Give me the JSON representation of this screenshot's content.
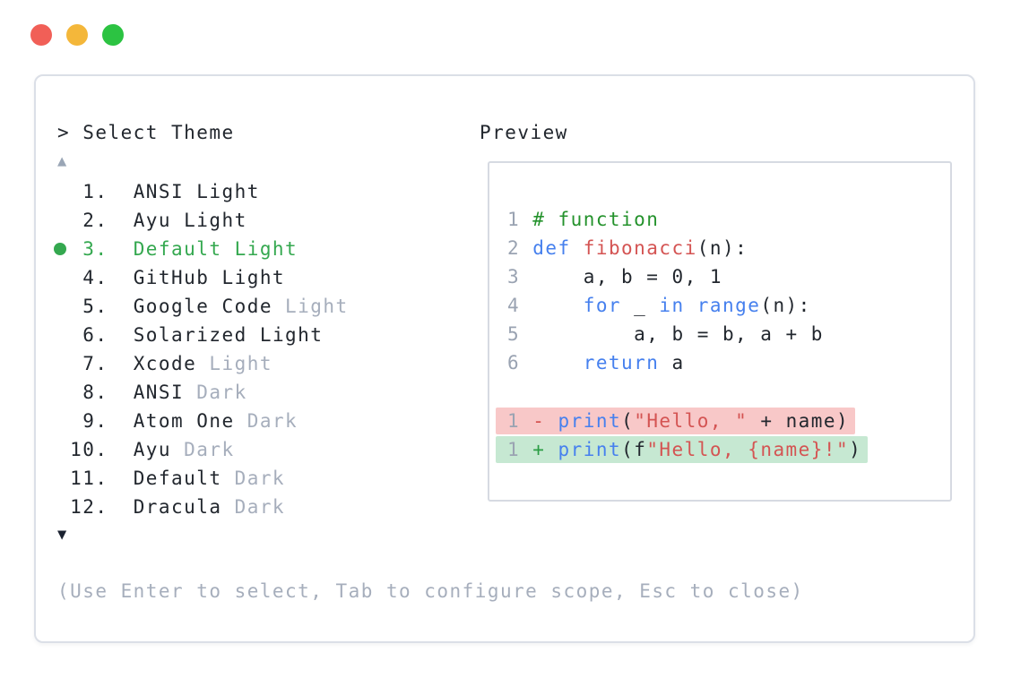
{
  "window": {
    "controls": [
      {
        "name": "close",
        "color": "#f15f57"
      },
      {
        "name": "minimize",
        "color": "#f4b73a"
      },
      {
        "name": "zoom",
        "color": "#2cc342"
      }
    ]
  },
  "prompt": {
    "text": "> Select Theme"
  },
  "scroll_up_icon": "▲",
  "scroll_down_icon": "▼",
  "themes": [
    {
      "number": "1",
      "name": "ANSI",
      "variant": "Light",
      "variant_muted": false,
      "selected": false
    },
    {
      "number": "2",
      "name": "Ayu",
      "variant": "Light",
      "variant_muted": false,
      "selected": false
    },
    {
      "number": "3",
      "name": "Default",
      "variant": "Light",
      "variant_muted": false,
      "selected": true
    },
    {
      "number": "4",
      "name": "GitHub",
      "variant": "Light",
      "variant_muted": false,
      "selected": false
    },
    {
      "number": "5",
      "name": "Google Code",
      "variant": "Light",
      "variant_muted": true,
      "selected": false
    },
    {
      "number": "6",
      "name": "Solarized",
      "variant": "Light",
      "variant_muted": false,
      "selected": false
    },
    {
      "number": "7",
      "name": "Xcode",
      "variant": "Light",
      "variant_muted": true,
      "selected": false
    },
    {
      "number": "8",
      "name": "ANSI",
      "variant": "Dark",
      "variant_muted": true,
      "selected": false
    },
    {
      "number": "9",
      "name": "Atom One",
      "variant": "Dark",
      "variant_muted": true,
      "selected": false
    },
    {
      "number": "10",
      "name": "Ayu",
      "variant": "Dark",
      "variant_muted": true,
      "selected": false
    },
    {
      "number": "11",
      "name": "Default",
      "variant": "Dark",
      "variant_muted": true,
      "selected": false
    },
    {
      "number": "12",
      "name": "Dracula",
      "variant": "Dark",
      "variant_muted": true,
      "selected": false
    }
  ],
  "hint": "(Use Enter to select, Tab to configure scope, Esc to close)",
  "preview": {
    "label": "Preview",
    "code_lines": [
      {
        "num": "1",
        "tokens": [
          {
            "t": "# function",
            "c": "comment"
          }
        ]
      },
      {
        "num": "2",
        "tokens": [
          {
            "t": "def",
            "c": "kw"
          },
          {
            "t": " ",
            "c": "plain"
          },
          {
            "t": "fibonacci",
            "c": "fn"
          },
          {
            "t": "(n):",
            "c": "plain"
          }
        ]
      },
      {
        "num": "3",
        "tokens": [
          {
            "t": "    a, b = 0, 1",
            "c": "plain"
          }
        ]
      },
      {
        "num": "4",
        "tokens": [
          {
            "t": "    ",
            "c": "plain"
          },
          {
            "t": "for",
            "c": "kw"
          },
          {
            "t": " _ ",
            "c": "plain"
          },
          {
            "t": "in",
            "c": "kw"
          },
          {
            "t": " ",
            "c": "plain"
          },
          {
            "t": "range",
            "c": "kw"
          },
          {
            "t": "(n):",
            "c": "plain"
          }
        ]
      },
      {
        "num": "5",
        "tokens": [
          {
            "t": "        a, b = b, a + b",
            "c": "plain"
          }
        ]
      },
      {
        "num": "6",
        "tokens": [
          {
            "t": "    ",
            "c": "plain"
          },
          {
            "t": "return",
            "c": "kw"
          },
          {
            "t": " a",
            "c": "plain"
          }
        ]
      }
    ],
    "diff_lines": [
      {
        "num": "1",
        "sign": "-",
        "kind": "removed",
        "tokens": [
          {
            "t": "print",
            "c": "kw"
          },
          {
            "t": "(",
            "c": "plain"
          },
          {
            "t": "\"Hello, \"",
            "c": "str"
          },
          {
            "t": " + name)",
            "c": "plain"
          }
        ]
      },
      {
        "num": "1",
        "sign": "+",
        "kind": "added",
        "tokens": [
          {
            "t": "print",
            "c": "kw"
          },
          {
            "t": "(f",
            "c": "plain"
          },
          {
            "t": "\"Hello, {name}!\"",
            "c": "str"
          },
          {
            "t": ")",
            "c": "plain"
          }
        ]
      }
    ]
  },
  "colors": {
    "accent_green": "#34a84f",
    "keyword_blue": "#4680ee",
    "string_red": "#d45453",
    "comment_green": "#24922c",
    "muted_gray": "#a6aebc",
    "removed_bg": "#f8c8c8",
    "added_bg": "#c6e8d2"
  }
}
